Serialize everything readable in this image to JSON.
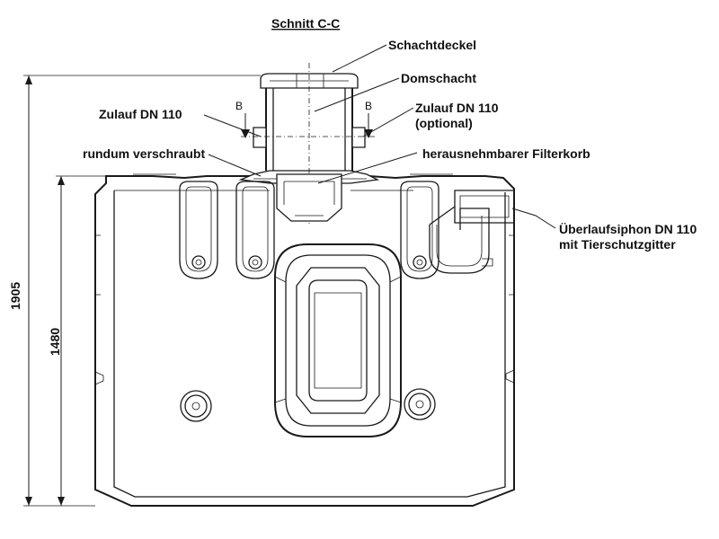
{
  "title": "Schnitt C-C",
  "labels": {
    "schachtdeckel": "Schachtdeckel",
    "domschacht": "Domschacht",
    "zulauf_left": "Zulauf DN 110",
    "zulauf_right_1": "Zulauf DN 110",
    "zulauf_right_2": "(optional)",
    "verschraubt": "rundum verschraubt",
    "filterkorb": "herausnehmbarer Filterkorb",
    "siphon_1": "Überlaufsiphon DN 110",
    "siphon_2": "mit Tierschutzgitter"
  },
  "section_marks": {
    "left": "B",
    "right": "B"
  },
  "dimensions": {
    "total_height": "1905",
    "tank_height": "1480"
  }
}
